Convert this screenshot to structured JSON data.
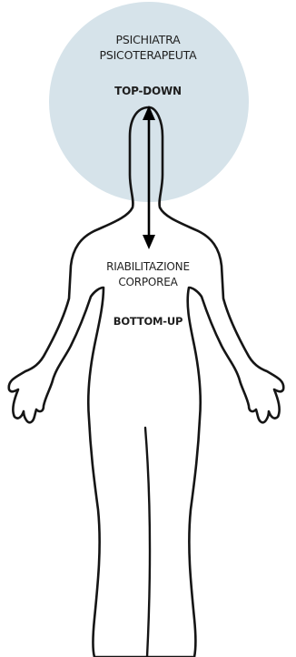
{
  "head_area": {
    "line1": "PSICHIATRA",
    "line2": "PSICOTERAPEUTA",
    "direction": "TOP-DOWN",
    "circle_color": "#d6e3ea"
  },
  "body_area": {
    "line1": "RIABILITAZIONE",
    "line2": "CORPOREA",
    "direction": "BOTTOM-UP"
  },
  "outline_color": "#151515",
  "arrow_color": "#000000"
}
